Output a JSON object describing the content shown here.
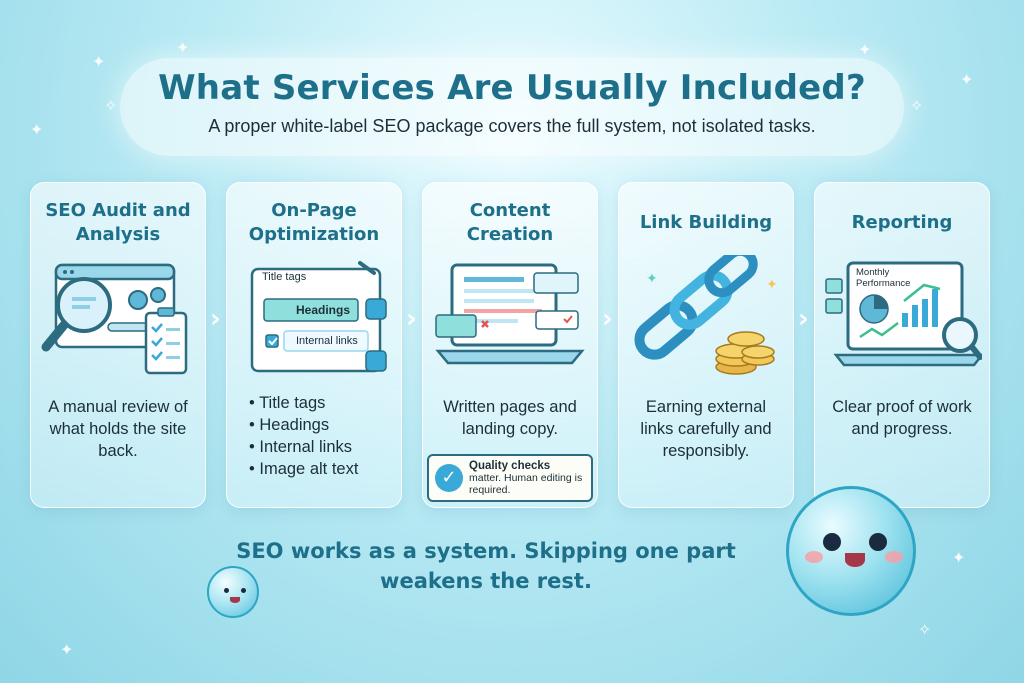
{
  "header": {
    "title": "What Services Are Usually Included?",
    "subtitle": "A proper white-label SEO package covers the full system, not isolated tasks."
  },
  "cards": [
    {
      "title": "SEO Audit and Analysis",
      "description": "A manual review of what holds the site back.",
      "icon": "magnifier-browser-checklist-icon"
    },
    {
      "title": "On-Page Optimization",
      "illustration_labels": [
        "Title tags",
        "Headings",
        "Internal links"
      ],
      "bullets": [
        "Title tags",
        "Headings",
        "Internal links",
        "Image alt text"
      ],
      "icon": "webpage-editing-icon"
    },
    {
      "title": "Content Creation",
      "description": "Written pages and landing copy.",
      "quality_note": {
        "bold": "Quality checks",
        "text": "matter. Human editing is required."
      },
      "icon": "laptop-writing-icon"
    },
    {
      "title": "Link Building",
      "description": "Earning external links carefully and responsibly.",
      "icon": "chain-link-coins-icon"
    },
    {
      "title": "Reporting",
      "illustration_label": "Monthly Performance",
      "description": "Clear proof of work and progress.",
      "icon": "report-dashboard-icon"
    }
  ],
  "footer": {
    "message": "SEO works as a system. Skipping one part weakens the rest."
  },
  "colors": {
    "accent": "#1d6f8a",
    "background": "#b9eaf4",
    "icon_blue": "#39a9d8"
  }
}
